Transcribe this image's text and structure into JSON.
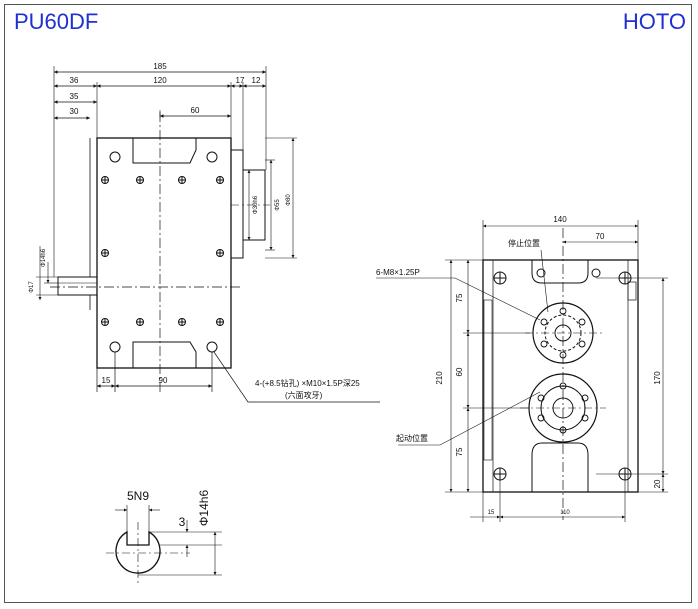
{
  "header": {
    "model": "PU60DF",
    "brand": "HOTO"
  },
  "colors": {
    "title": "#1f2fd0",
    "line": "#111111"
  },
  "side_view": {
    "dims_top": [
      "185",
      "36",
      "35",
      "30",
      "120",
      "17",
      "12",
      "60"
    ],
    "dims_right": [
      "Φ30h6",
      "Φ55",
      "Φ80"
    ],
    "dims_left": [
      "Φ14h6",
      "Φ17"
    ],
    "dims_bottom": [
      "15",
      "90"
    ],
    "note_line1": "4-(+8.5钻孔) ×M10×1.5P深25",
    "note_line2": "(六面攻牙)"
  },
  "front_view": {
    "dims_top": [
      "140",
      "70"
    ],
    "label_stop": "停止位置",
    "label_start": "起动位置",
    "label_tap": "6-M8×1.25P",
    "dims_left": [
      "210",
      "75",
      "60",
      "75"
    ],
    "dims_right": [
      "170",
      "20"
    ],
    "dims_bottom": [
      "15",
      "110"
    ]
  },
  "shaft_detail": {
    "key_width": "5N9",
    "key_depth": "3",
    "shaft_dia": "Φ14h6"
  }
}
